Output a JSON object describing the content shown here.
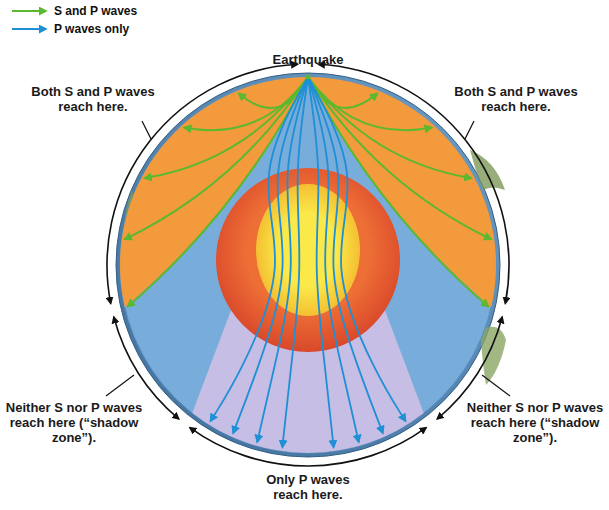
{
  "diagram": {
    "labels": [
      "Earthquake",
      "Both S and P waves reach here.",
      "Both S and P waves reach here.",
      "Neither S nor P waves reach here (“shadow zone”).",
      "Neither S nor P waves reach here (“shadow zone”).",
      "Only P waves reach here."
    ],
    "legend": [
      {
        "text": "S and P waves"
      },
      {
        "text": "P waves only"
      }
    ]
  }
}
